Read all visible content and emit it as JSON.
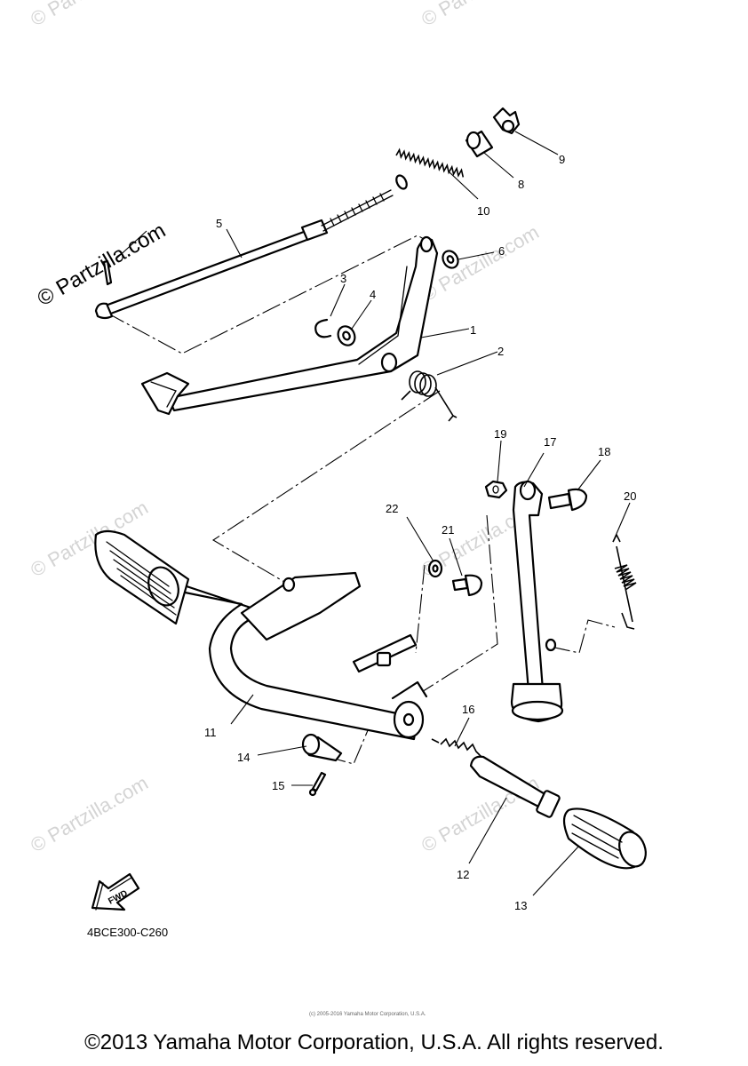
{
  "watermark": "© Partzilla.com",
  "diagram_code": "4BCE300-C260",
  "fwd_label": "FWD",
  "fine_print": "(c) 2005-2016 Yamaha Motor Corporation, U.S.A.",
  "copyright": "©2013 Yamaha Motor Corporation, U.S.A. All rights reserved.",
  "callouts": {
    "c1": "1",
    "c2": "2",
    "c3": "3",
    "c4": "4",
    "c5": "5",
    "c6": "6",
    "c8": "8",
    "c9": "9",
    "c10": "10",
    "c11": "11",
    "c12": "12",
    "c13": "13",
    "c14": "14",
    "c15": "15",
    "c16": "16",
    "c17": "17",
    "c18": "18",
    "c19": "19",
    "c20": "20",
    "c21": "21",
    "c22": "22"
  }
}
